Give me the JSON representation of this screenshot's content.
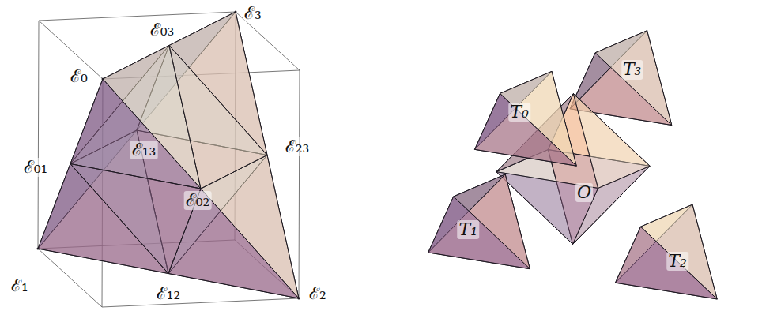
{
  "diagram": {
    "labels": [
      "ℰ₀",
      "ℰ₀₃",
      "ℰ₃",
      "ℰ₀₁",
      "ℰ₁₃",
      "ℰ₀₂",
      "ℰ₂₃",
      "ℰ₁",
      "ℰ₁₂",
      "ℰ₂",
      "T₀",
      "T₃",
      "O",
      "T₁",
      "T₂"
    ]
  }
}
